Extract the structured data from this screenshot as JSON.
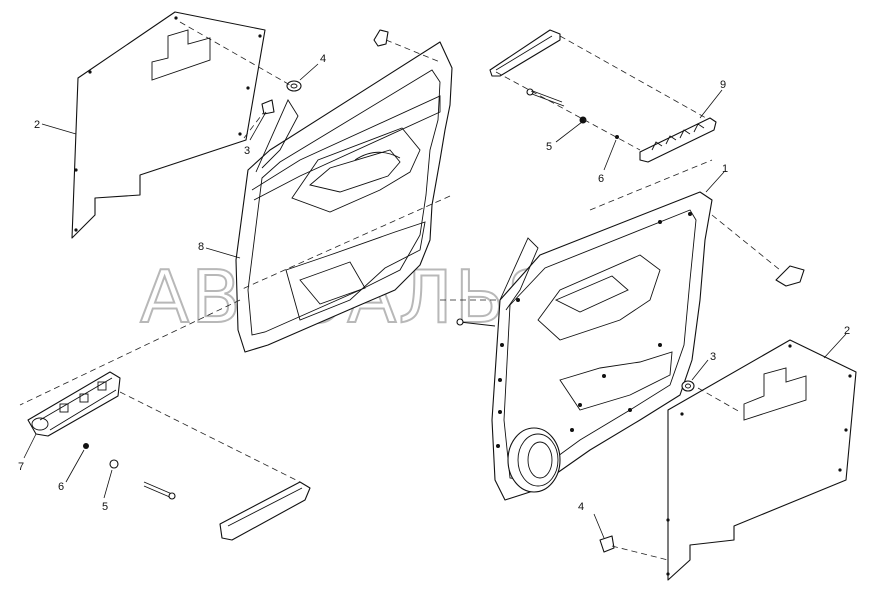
{
  "watermark": "АВТОАЛЬЯНС",
  "callouts": [
    "1",
    "2",
    "3",
    "4",
    "5",
    "6",
    "7",
    "8",
    "9"
  ],
  "labels": {
    "left_panel_2": "2",
    "clip_4_top": "4",
    "clip_3_top": "3",
    "door_trim_8": "8",
    "pull_handle_9": "9",
    "bolt_5_top": "5",
    "washer_6_top": "6",
    "door_inner_1": "1",
    "right_panel_2": "2",
    "clip_3_right": "3",
    "clip_4_bottom": "4",
    "armrest_7": "7",
    "washer_6_bottom": "6",
    "bolt_5_bottom": "5"
  }
}
